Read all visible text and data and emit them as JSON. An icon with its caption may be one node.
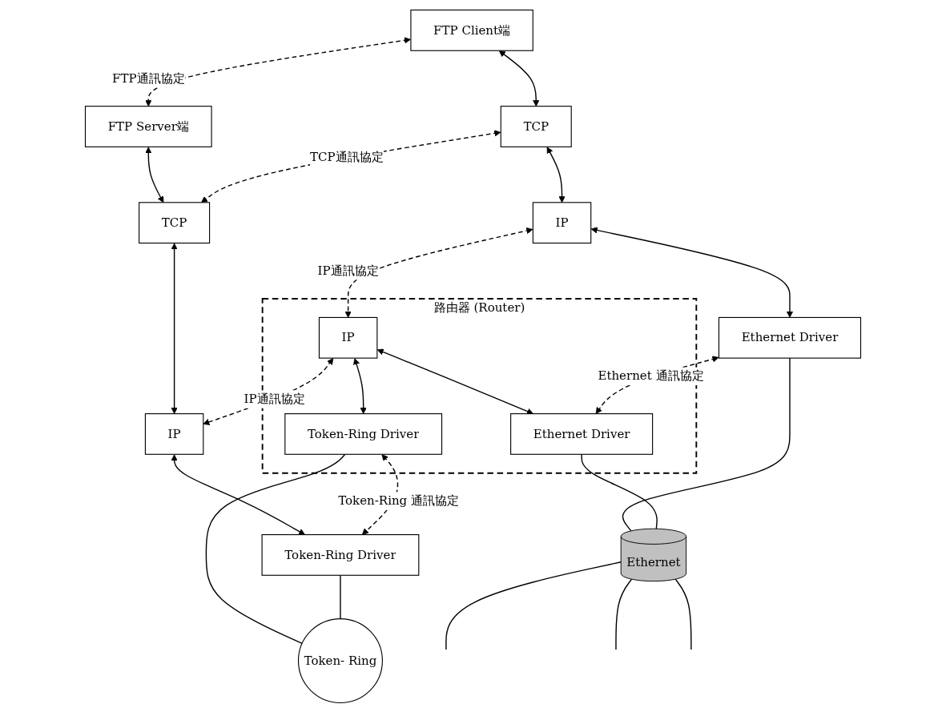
{
  "diagram": {
    "nodes": [
      {
        "text": [
          "FTP Client端"
        ]
      },
      {
        "text": [
          "FTP Server端"
        ]
      },
      {
        "text": [
          "TCP"
        ]
      },
      {
        "text": [
          "TCP"
        ]
      },
      {
        "text": [
          "路由器 (Router)"
        ]
      },
      {
        "text": [
          "IP"
        ]
      },
      {
        "text": [
          "IP"
        ],
        "in": 4
      },
      {
        "text": [
          "IP"
        ]
      },
      {
        "text": [
          "Ethernet Driver"
        ]
      },
      {
        "text": [
          "Ethernet Driver"
        ],
        "in": 4
      },
      {
        "text": [
          "Token-Ring Driver"
        ],
        "in": 4
      },
      {
        "text": [
          "Token-Ring Driver"
        ]
      },
      {
        "text": [
          "Ethernet"
        ]
      },
      {
        "text": [
          "Token- Ring"
        ]
      }
    ],
    "edges": [
      {
        "from": 0,
        "to": 1,
        "arrow": "both",
        "style": "dashed",
        "label": "FTP通訊協定"
      },
      {
        "from": 0,
        "to": 2,
        "arrow": "both"
      },
      {
        "from": 1,
        "to": 3,
        "arrow": "both"
      },
      {
        "from": 2,
        "to": 3,
        "arrow": "both",
        "style": "dashed",
        "label": "TCP通訊協定"
      },
      {
        "from": 2,
        "to": 5,
        "arrow": "both"
      },
      {
        "from": 3,
        "to": 7,
        "arrow": "both"
      },
      {
        "from": 5,
        "to": 6,
        "arrow": "both",
        "style": "dashed",
        "label": "IP通訊協定"
      },
      {
        "from": 6,
        "to": 7,
        "arrow": "both",
        "style": "dashed",
        "label": "IP通訊協定"
      },
      {
        "from": 5,
        "to": 8,
        "arrow": "both"
      },
      {
        "from": 7,
        "to": 11,
        "arrow": "both"
      },
      {
        "from": 6,
        "to": 9,
        "arrow": "both"
      },
      {
        "from": 6,
        "to": 10,
        "arrow": "both"
      },
      {
        "from": 8,
        "to": 9,
        "arrow": "both",
        "style": "dashed",
        "label": "Ethernet 通訊協定"
      },
      {
        "from": 10,
        "to": 11,
        "arrow": "both",
        "style": "dashed",
        "label": "Token-Ring 通訊協定"
      },
      {
        "from": 8,
        "to": 12,
        "arrow": "none"
      },
      {
        "from": 9,
        "to": 12,
        "arrow": "none"
      },
      {
        "from": 12,
        "to": null,
        "arrow": "none"
      },
      {
        "from": 12,
        "to": null,
        "arrow": "none"
      },
      {
        "from": 12,
        "to": null,
        "arrow": "none"
      },
      {
        "from": 10,
        "to": 13,
        "arrow": "none"
      },
      {
        "from": 11,
        "to": 13,
        "arrow": "none"
      }
    ]
  }
}
